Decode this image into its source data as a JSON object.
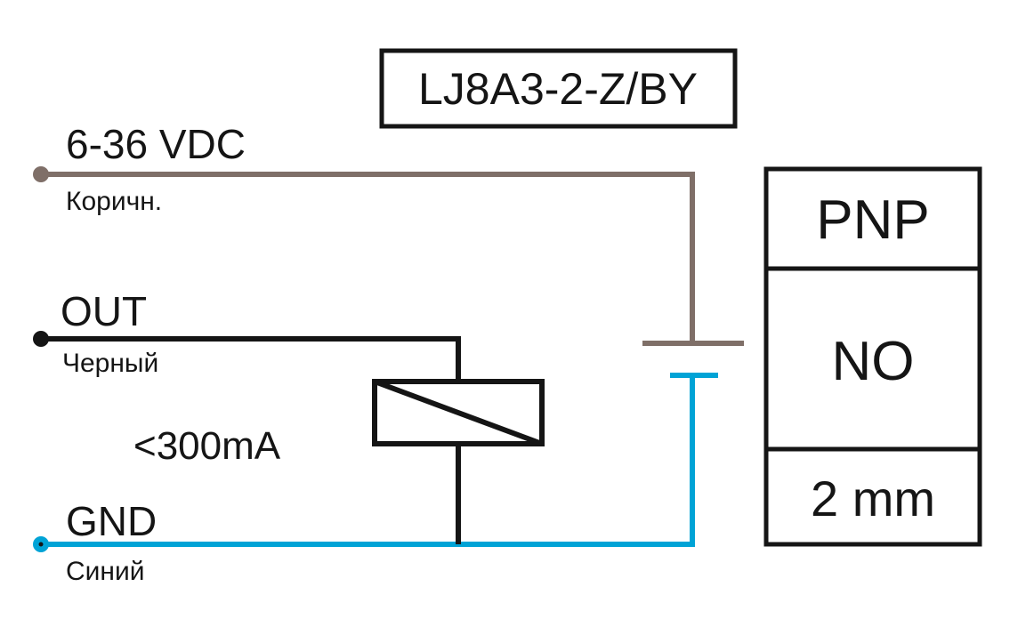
{
  "title": "LJ8A3-2-Z/BY",
  "colors": {
    "brown_wire": "#7f6f68",
    "black_wire": "#151515",
    "blue_wire": "#00a3d6",
    "outline": "#151515",
    "background": "#ffffff"
  },
  "wires": [
    {
      "id": "power",
      "label": "6-36 VDC",
      "color_name": "Коричн.",
      "color": "#7f6f68"
    },
    {
      "id": "out",
      "label": "OUT",
      "color_name": "Черный",
      "color": "#151515"
    },
    {
      "id": "gnd",
      "label": "GND",
      "color_name": "Синий",
      "color": "#00a3d6"
    }
  ],
  "load": {
    "label": "<300mA",
    "symbol": "relay-coil"
  },
  "spec_table": {
    "type": "PNP",
    "contact": "NO",
    "distance": "2 mm"
  }
}
